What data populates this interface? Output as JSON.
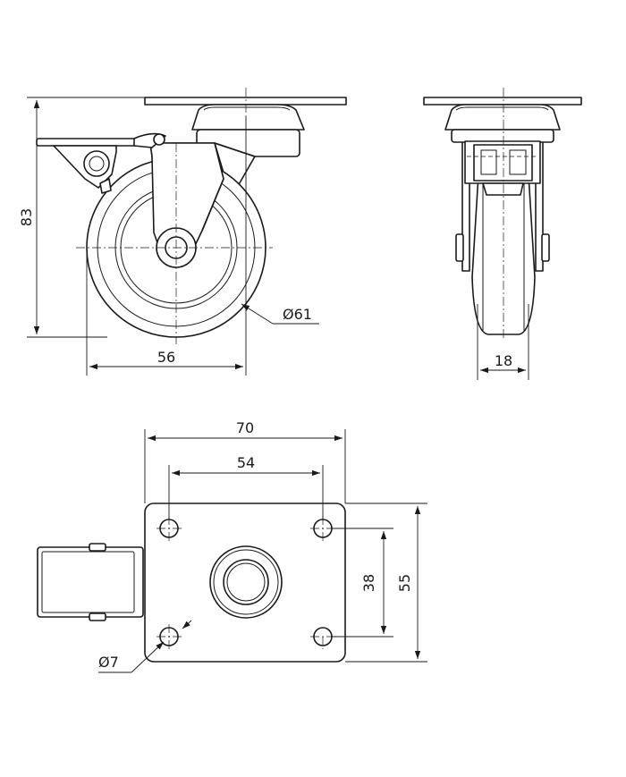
{
  "side_view": {
    "height_label": "83",
    "wheel_diameter_label": "Ø61",
    "offset_label": "56"
  },
  "front_view": {
    "wheel_width_label": "18"
  },
  "top_view": {
    "plate_width_label": "70",
    "hole_spacing_x_label": "54",
    "hole_spacing_y_label": "38",
    "plate_depth_label": "55",
    "hole_diameter_label": "Ø7"
  }
}
